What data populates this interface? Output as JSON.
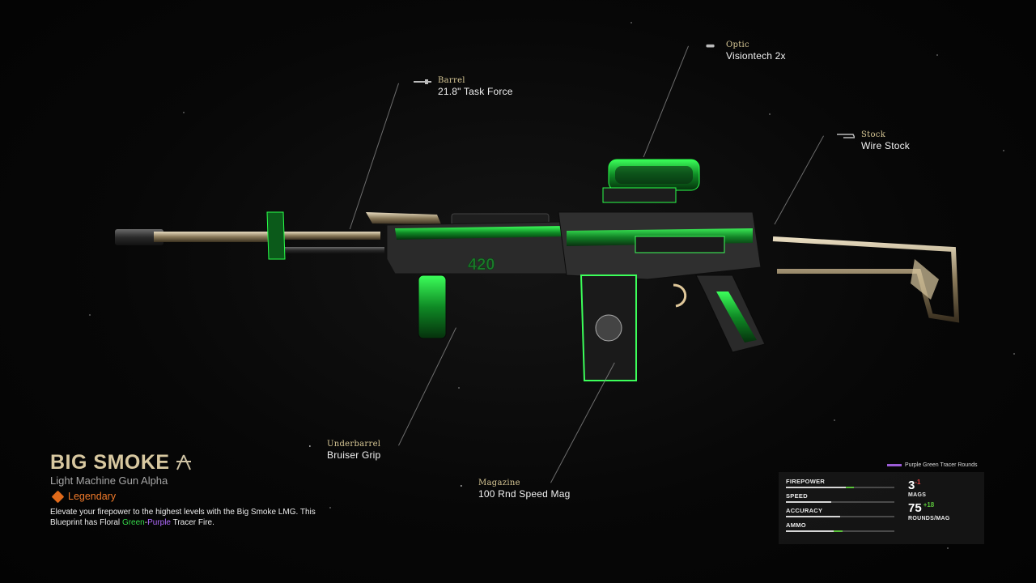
{
  "blueprint": {
    "name": "BIG SMOKE",
    "weapon_class": "Light Machine Gun Alpha",
    "rarity": "Legendary",
    "description_parts": [
      "Elevate your firepower to the highest levels with the Big Smoke LMG. This Blueprint has Floral ",
      "Green",
      "-",
      "Purple",
      " Tracer Fire."
    ],
    "rarity_color": "#f07a2a"
  },
  "weapon_decal": "420",
  "attachments": {
    "barrel": {
      "slot": "Barrel",
      "name": "21.8\" Task Force"
    },
    "optic": {
      "slot": "Optic",
      "name": "Visiontech 2x"
    },
    "stock": {
      "slot": "Stock",
      "name": "Wire Stock"
    },
    "underbarrel": {
      "slot": "Underbarrel",
      "name": "Bruiser Grip"
    },
    "magazine": {
      "slot": "Magazine",
      "name": "100 Rnd Speed Mag"
    }
  },
  "stats_panel": {
    "tracer": "Purple Green Tracer Rounds",
    "bars": [
      {
        "label": "FIREPOWER",
        "value": 0.55,
        "bonus": 0.08
      },
      {
        "label": "SPEED",
        "value": 0.42,
        "bonus": 0.0
      },
      {
        "label": "ACCURACY",
        "value": 0.5,
        "bonus": 0.0
      },
      {
        "label": "AMMO",
        "value": 0.44,
        "bonus": 0.08
      }
    ],
    "mags": {
      "value": "3",
      "delta": "-1",
      "label": "MAGS"
    },
    "rounds": {
      "value": "75",
      "delta": "+18",
      "label": "ROUNDS/MAG"
    }
  },
  "colors": {
    "accent_green": "#36d94a",
    "accent_purple": "#b26bff",
    "slot_label": "#d8c896",
    "title": "#d8c8a0"
  }
}
